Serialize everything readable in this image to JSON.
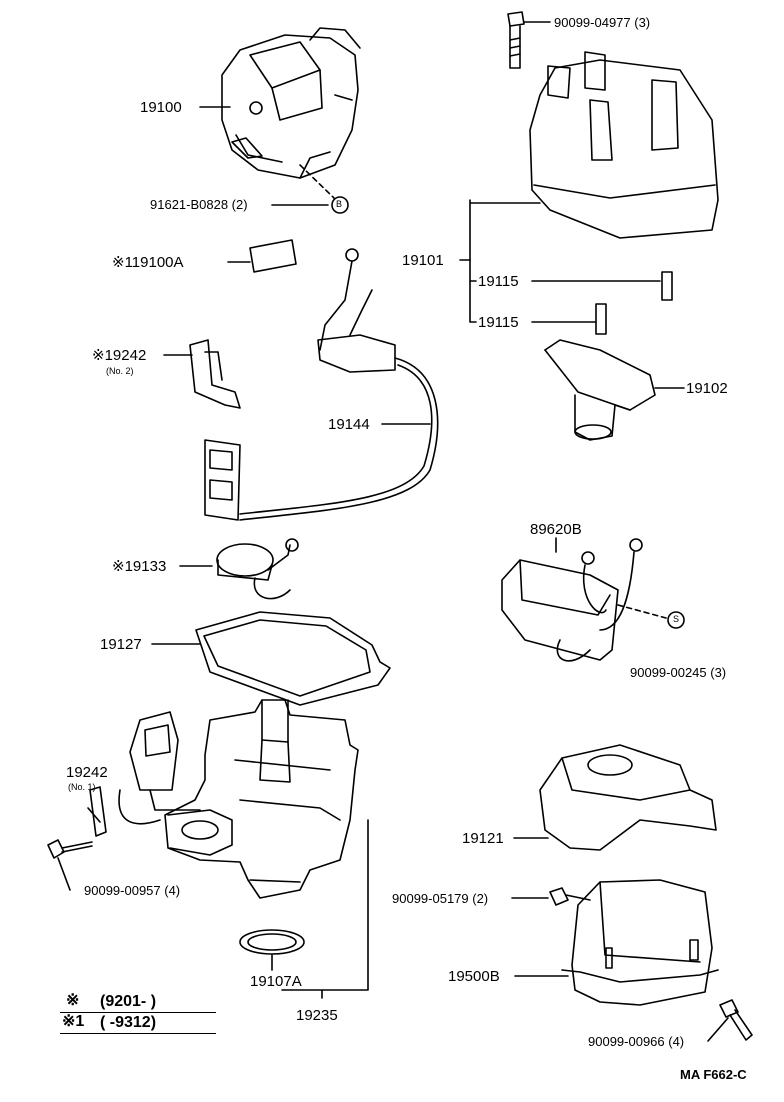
{
  "parts": {
    "p19100": "19100",
    "p91621": "91621-B0828 (2)",
    "pb_mark": "B",
    "p119100a": "※119100A",
    "p19242_2": "※19242",
    "p19242_2_note": "(No. 2)",
    "p19144": "19144",
    "p19133": "※19133",
    "p19127": "19127",
    "p19242_1": "19242",
    "p19242_1_note": "(No. 1)",
    "p90099_00957": "90099-00957 (4)",
    "p19107a": "19107A",
    "p19235": "19235",
    "p90099_04977": "90099-04977 (3)",
    "p19101": "19101",
    "p19115a": "19115",
    "p19115b": "19115",
    "p19102": "19102",
    "p89620b": "89620B",
    "ps_mark": "S",
    "p90099_00245": "90099-00245 (3)",
    "p19121": "19121",
    "p90099_05179": "90099-05179 (2)",
    "p19500b": "19500B",
    "p90099_00966": "90099-00966 (4)"
  },
  "legend": {
    "row1_mark": "※",
    "row1_text": "(9201-         )",
    "row2_mark": "※1",
    "row2_text": "(        -9312)"
  },
  "ref": "MA F662-C"
}
